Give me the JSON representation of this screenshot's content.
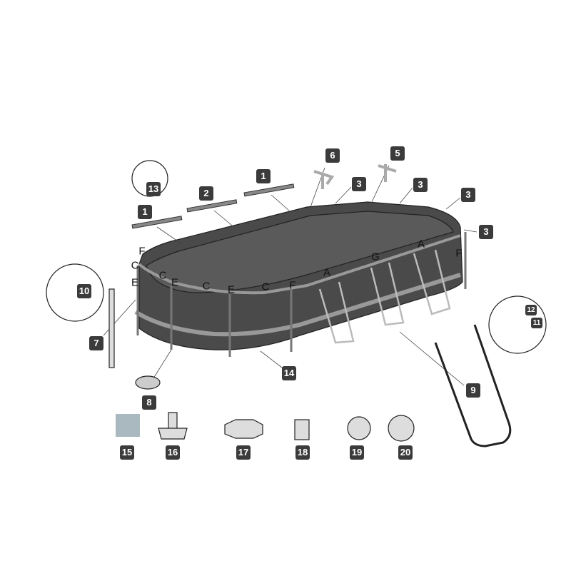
{
  "diagram": {
    "part_numbers": {
      "p13": "13",
      "p1a": "1",
      "p2": "2",
      "p1b": "1",
      "p6": "6",
      "p5": "5",
      "p3a": "3",
      "p3b": "3",
      "p3c": "3",
      "p3d": "3",
      "p10": "10",
      "p7": "7",
      "p8": "8",
      "p14": "14",
      "p9": "9",
      "p12": "12",
      "p11": "11",
      "p15": "15",
      "p16": "16",
      "p17": "17",
      "p18": "18",
      "p19": "19",
      "p20": "20"
    },
    "joint_letters": {
      "l1": "F",
      "l2": "C",
      "l3": "C",
      "l4": "E",
      "l5": "E",
      "l6": "C",
      "l7": "E",
      "l8": "C",
      "l9": "F",
      "l10": "A",
      "l11": "G",
      "l12": "A",
      "l13": "F"
    },
    "colors": {
      "badge": "#3b3b3b",
      "wall": "#4a4a4a",
      "frame": "#9a9a9a",
      "liner_sample": "#a9b9bf"
    }
  }
}
